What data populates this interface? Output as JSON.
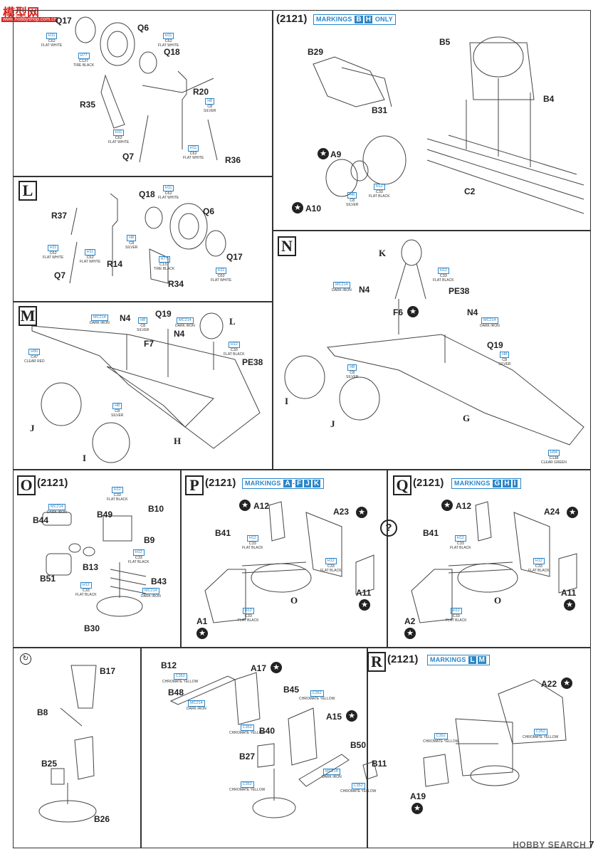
{
  "watermark": {
    "logo": "模型网",
    "url": "www.hobbyshop.com.cn"
  },
  "footer": {
    "brand": "HOBBY SEARCH",
    "page": "7"
  },
  "top_left": {
    "parts": [
      "Q17",
      "Q6",
      "Q18",
      "R20",
      "R35",
      "Q7",
      "R36"
    ],
    "paints": [
      {
        "h": "H11",
        "c": "C62",
        "n": "FLAT WHITE"
      },
      {
        "h": "H77",
        "c": "C137",
        "n": "TIRE BLACK"
      },
      {
        "h": "H11",
        "c": "C62",
        "n": "FLAT WHITE"
      },
      {
        "h": "H8",
        "c": "C8",
        "n": "SILVER"
      },
      {
        "h": "H11",
        "c": "C62",
        "n": "FLAT WHITE"
      },
      {
        "h": "H11",
        "c": "C62",
        "n": "FLAT WHITE"
      }
    ]
  },
  "top_right": {
    "kit": "(2121)",
    "marking_label": "MARKINGS",
    "marking_letters": [
      "B",
      "H"
    ],
    "marking_suffix": "ONLY",
    "parts": [
      "B29",
      "B31",
      "B5",
      "B4",
      "A9",
      "A10",
      "C2"
    ],
    "paints": [
      {
        "h": "H8",
        "c": "C8",
        "n": "SILVER"
      },
      {
        "h": "H12",
        "c": "C33",
        "n": "FLAT BLACK"
      }
    ]
  },
  "L": {
    "letter": "L",
    "parts": [
      "Q18",
      "Q6",
      "R37",
      "Q17",
      "R14",
      "Q7",
      "R34"
    ],
    "paints": [
      {
        "h": "H11",
        "c": "C62",
        "n": "FLAT WHITE"
      },
      {
        "h": "H8",
        "c": "C8",
        "n": "SILVER"
      },
      {
        "h": "H11",
        "c": "C62",
        "n": "FLAT WHITE"
      },
      {
        "h": "H77",
        "c": "C137",
        "n": "TIRE BLACK"
      },
      {
        "h": "H11",
        "c": "C62",
        "n": "FLAT WHITE"
      },
      {
        "h": "H11",
        "c": "C62",
        "n": "FLAT WHITE"
      }
    ]
  },
  "M": {
    "letter": "M",
    "parts": [
      "N4",
      "Q19",
      "N4",
      "F7",
      "PE38"
    ],
    "subs": [
      "L",
      "J",
      "I",
      "H"
    ],
    "paints": [
      {
        "h": "MC214",
        "c": "",
        "n": "DARK IRON"
      },
      {
        "h": "H8",
        "c": "C8",
        "n": "SILVER"
      },
      {
        "h": "MC214",
        "c": "",
        "n": "DARK IRON"
      },
      {
        "h": "H90",
        "c": "C47",
        "n": "CLEAR RED"
      },
      {
        "h": "H12",
        "c": "C33",
        "n": "FLAT BLACK"
      },
      {
        "h": "H8",
        "c": "C8",
        "n": "SILVER"
      }
    ]
  },
  "N": {
    "letter": "N",
    "parts": [
      "N4",
      "F6",
      "PE38",
      "N4",
      "Q19"
    ],
    "subs": [
      "K",
      "I",
      "J",
      "G"
    ],
    "paints": [
      {
        "h": "H12",
        "c": "C33",
        "n": "FLAT BLACK"
      },
      {
        "h": "MC214",
        "c": "",
        "n": "DARK IRON"
      },
      {
        "h": "MC214",
        "c": "",
        "n": "DARK IRON"
      },
      {
        "h": "H8",
        "c": "C8",
        "n": "SILVER"
      },
      {
        "h": "H8",
        "c": "C8",
        "n": "SILVER"
      },
      {
        "h": "H94",
        "c": "C138",
        "n": "CLEAR GREEN"
      }
    ]
  },
  "O": {
    "letter": "O",
    "kit": "(2121)",
    "parts": [
      "B49",
      "B10",
      "B44",
      "B9",
      "B13",
      "B43",
      "B51",
      "B30"
    ],
    "paints": [
      {
        "h": "H12",
        "c": "C33",
        "n": "FLAT BLACK"
      },
      {
        "h": "MC214",
        "c": "",
        "n": "DARK IRON"
      },
      {
        "h": "H12",
        "c": "C33",
        "n": "FLAT BLACK"
      },
      {
        "h": "MC214",
        "c": "",
        "n": "DARK IRON"
      },
      {
        "h": "H12",
        "c": "C33",
        "n": "FLAT BLACK"
      }
    ]
  },
  "P": {
    "letter": "P",
    "kit": "(2121)",
    "marking_label": "MARKINGS",
    "marking_letters": [
      "A",
      "-",
      "F",
      "J",
      "K"
    ],
    "parts": [
      "A12",
      "A23",
      "B41",
      "A11",
      "A1"
    ],
    "subs": [
      "O"
    ],
    "paints": [
      {
        "h": "H12",
        "c": "C33",
        "n": "FLAT BLACK"
      },
      {
        "h": "H12",
        "c": "C33",
        "n": "FLAT BLACK"
      },
      {
        "h": "H12",
        "c": "C33",
        "n": "FLAT BLACK"
      }
    ]
  },
  "Q": {
    "letter": "Q",
    "kit": "(2121)",
    "marking_label": "MARKINGS",
    "marking_letters": [
      "G",
      "H",
      "I"
    ],
    "parts": [
      "A12",
      "A24",
      "B41",
      "A11",
      "A2"
    ],
    "subs": [
      "O"
    ],
    "paints": [
      {
        "h": "H12",
        "c": "C33",
        "n": "FLAT BLACK"
      },
      {
        "h": "H12",
        "c": "C33",
        "n": "FLAT BLACK"
      },
      {
        "h": "H12",
        "c": "C33",
        "n": "FLAT BLACK"
      }
    ]
  },
  "bottom_left": {
    "parts": [
      "B17",
      "B8",
      "B25",
      "B26"
    ]
  },
  "bottom_mid": {
    "parts": [
      "B12",
      "B48",
      "A17",
      "B45",
      "A15",
      "B40",
      "B27",
      "B50",
      "B11"
    ],
    "paints": [
      {
        "h": "C352",
        "c": "",
        "n": "CHROMATE YELLOW"
      },
      {
        "h": "MC214",
        "c": "",
        "n": "DARK IRON"
      },
      {
        "h": "C352",
        "c": "",
        "n": "CHROMATE YELLOW"
      },
      {
        "h": "C352",
        "c": "",
        "n": "CHROMATE YELLOW"
      },
      {
        "h": "C352",
        "c": "",
        "n": "CHROMATE YELLOW"
      },
      {
        "h": "MC214",
        "c": "",
        "n": "DARK IRON"
      },
      {
        "h": "C352",
        "c": "",
        "n": "CHROMATE YELLOW"
      }
    ]
  },
  "R": {
    "letter": "R",
    "kit": "(2121)",
    "marking_label": "MARKINGS",
    "marking_letters": [
      "L",
      "M"
    ],
    "parts": [
      "A22",
      "A19"
    ],
    "paints": [
      {
        "h": "C352",
        "c": "",
        "n": "CHROMATE YELLOW"
      },
      {
        "h": "C352",
        "c": "",
        "n": "CHROMATE YELLOW"
      }
    ]
  }
}
